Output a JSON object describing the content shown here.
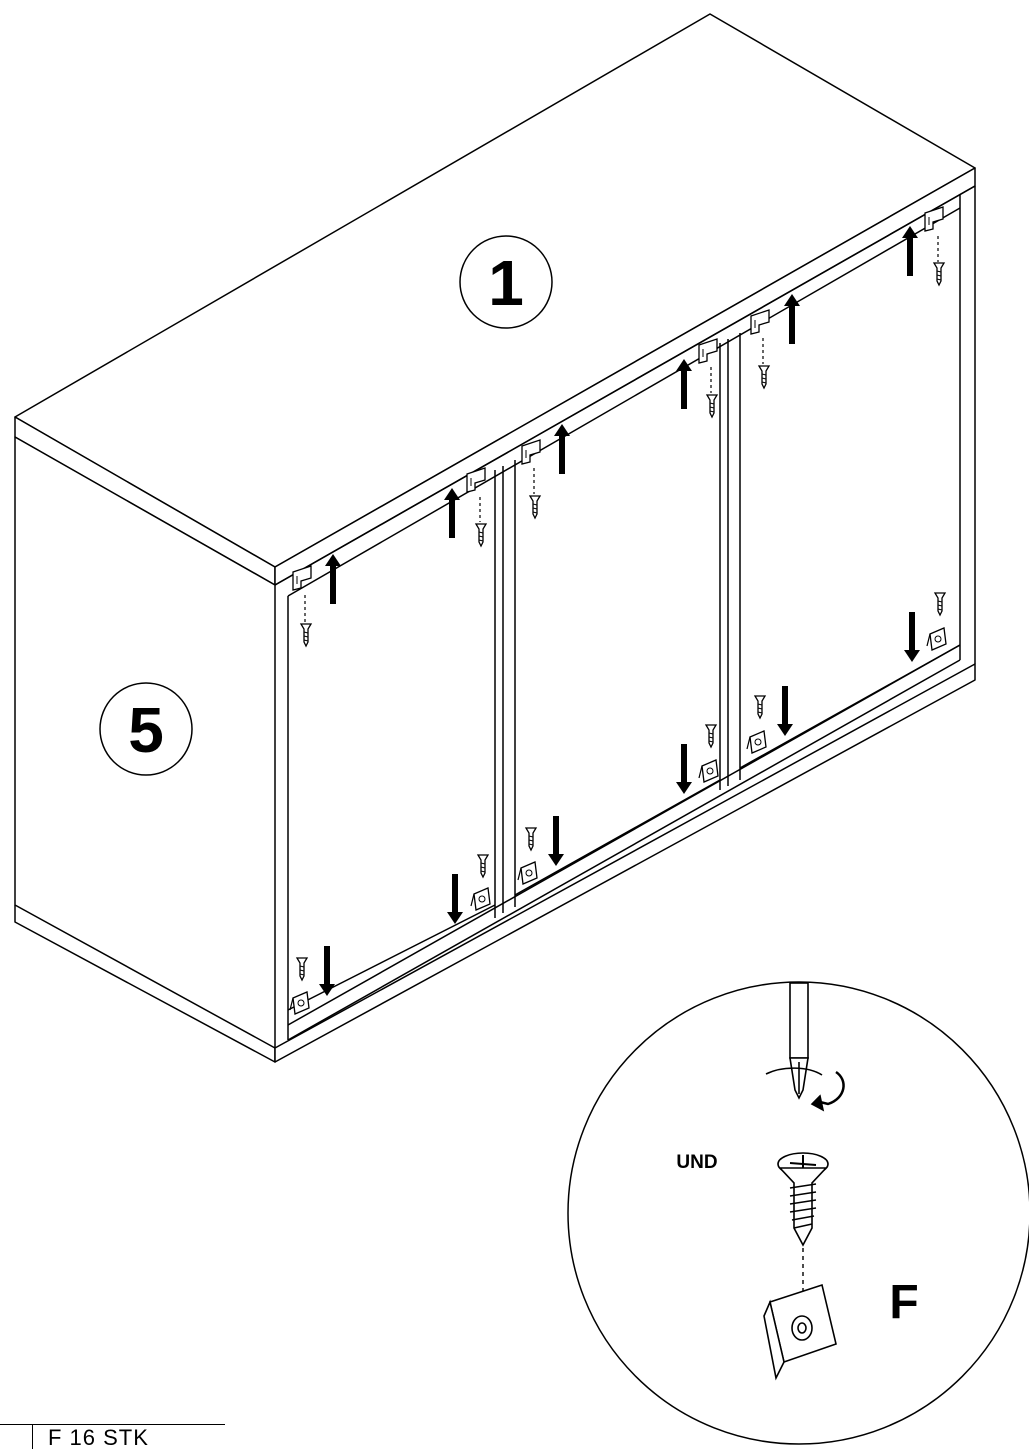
{
  "parts": {
    "top_panel_number": "1",
    "side_panel_number": "5"
  },
  "detail": {
    "connector_word": "UND",
    "fitting_letter": "F"
  },
  "parts_table": {
    "quantity_text": "F   16 STK"
  },
  "colors": {
    "line": "#000000",
    "background": "#ffffff"
  }
}
